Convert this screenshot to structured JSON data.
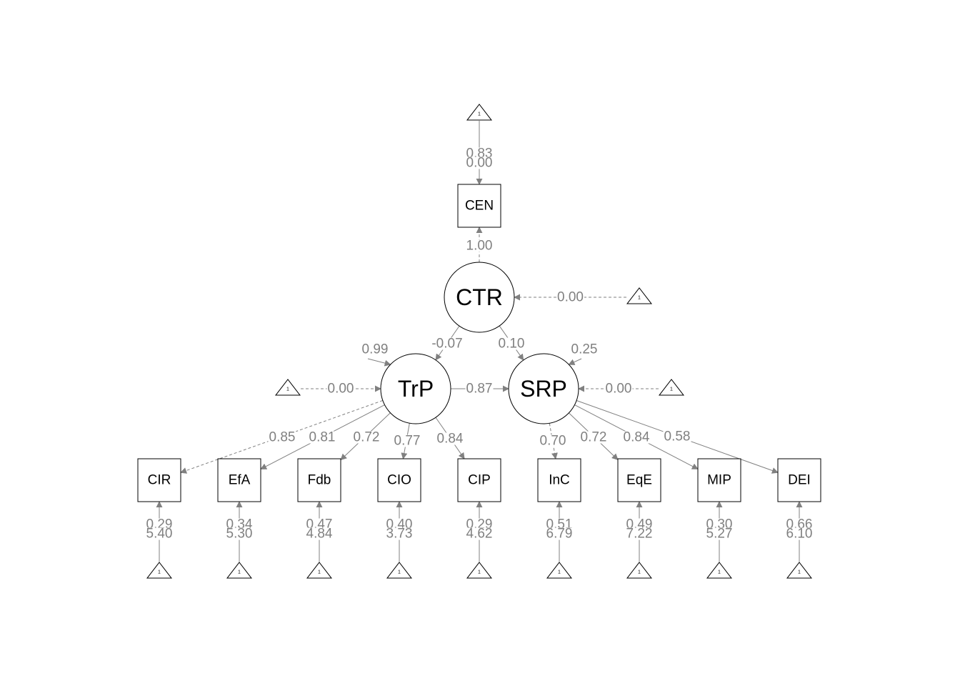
{
  "latent_nodes": [
    {
      "id": "CTR",
      "label": "CTR"
    },
    {
      "id": "TrP",
      "label": "TrP"
    },
    {
      "id": "SRP",
      "label": "SRP"
    }
  ],
  "manifest_nodes": [
    {
      "id": "CEN",
      "label": "CEN"
    },
    {
      "id": "CIR",
      "label": "CIR"
    },
    {
      "id": "EfA",
      "label": "EfA"
    },
    {
      "id": "Fdb",
      "label": "Fdb"
    },
    {
      "id": "CIO",
      "label": "CIO"
    },
    {
      "id": "CIP",
      "label": "CIP"
    },
    {
      "id": "InC",
      "label": "InC"
    },
    {
      "id": "EqE",
      "label": "EqE"
    },
    {
      "id": "MIP",
      "label": "MIP"
    },
    {
      "id": "DEI",
      "label": "DEI"
    }
  ],
  "intercept_label": "1",
  "loadings": [
    {
      "from": "CTR",
      "to": "CEN",
      "value": "1.00",
      "dashed": true
    },
    {
      "from": "TrP",
      "to": "CIR",
      "value": "0.85",
      "dashed": true
    },
    {
      "from": "TrP",
      "to": "EfA",
      "value": "0.81",
      "dashed": false
    },
    {
      "from": "TrP",
      "to": "Fdb",
      "value": "0.72",
      "dashed": false
    },
    {
      "from": "TrP",
      "to": "CIO",
      "value": "0.77",
      "dashed": false
    },
    {
      "from": "TrP",
      "to": "CIP",
      "value": "0.84",
      "dashed": false
    },
    {
      "from": "SRP",
      "to": "InC",
      "value": "0.70",
      "dashed": true
    },
    {
      "from": "SRP",
      "to": "EqE",
      "value": "0.72",
      "dashed": false
    },
    {
      "from": "SRP",
      "to": "MIP",
      "value": "0.84",
      "dashed": false
    },
    {
      "from": "SRP",
      "to": "DEI",
      "value": "0.58",
      "dashed": false
    }
  ],
  "regressions": [
    {
      "from": "CTR",
      "to": "TrP",
      "value": "-0.07",
      "dashed": false
    },
    {
      "from": "CTR",
      "to": "SRP",
      "value": "0.10",
      "dashed": false
    },
    {
      "from": "TrP",
      "to": "SRP",
      "value": "0.87",
      "dashed": false
    }
  ],
  "latent_intercepts": [
    {
      "to": "CTR",
      "value": "0.00"
    },
    {
      "to": "TrP",
      "value": "0.00"
    },
    {
      "to": "SRP",
      "value": "0.00"
    }
  ],
  "manifest_intercepts": [
    {
      "to": "CEN",
      "value": "0.00"
    },
    {
      "to": "CIR",
      "value": "5.40"
    },
    {
      "to": "EfA",
      "value": "5.30"
    },
    {
      "to": "Fdb",
      "value": "4.84"
    },
    {
      "to": "CIO",
      "value": "3.73"
    },
    {
      "to": "CIP",
      "value": "4.62"
    },
    {
      "to": "InC",
      "value": "6.79"
    },
    {
      "to": "EqE",
      "value": "7.22"
    },
    {
      "to": "MIP",
      "value": "5.27"
    },
    {
      "to": "DEI",
      "value": "6.10"
    }
  ],
  "residuals": [
    {
      "node": "CEN",
      "value": "0.83"
    },
    {
      "node": "CIR",
      "value": "0.29"
    },
    {
      "node": "EfA",
      "value": "0.34"
    },
    {
      "node": "Fdb",
      "value": "0.47"
    },
    {
      "node": "CIO",
      "value": "0.40"
    },
    {
      "node": "CIP",
      "value": "0.29"
    },
    {
      "node": "InC",
      "value": "0.51"
    },
    {
      "node": "EqE",
      "value": "0.49"
    },
    {
      "node": "MIP",
      "value": "0.30"
    },
    {
      "node": "DEI",
      "value": "0.66"
    },
    {
      "node": "TrP",
      "value": "0.99"
    },
    {
      "node": "SRP",
      "value": "0.25"
    }
  ]
}
